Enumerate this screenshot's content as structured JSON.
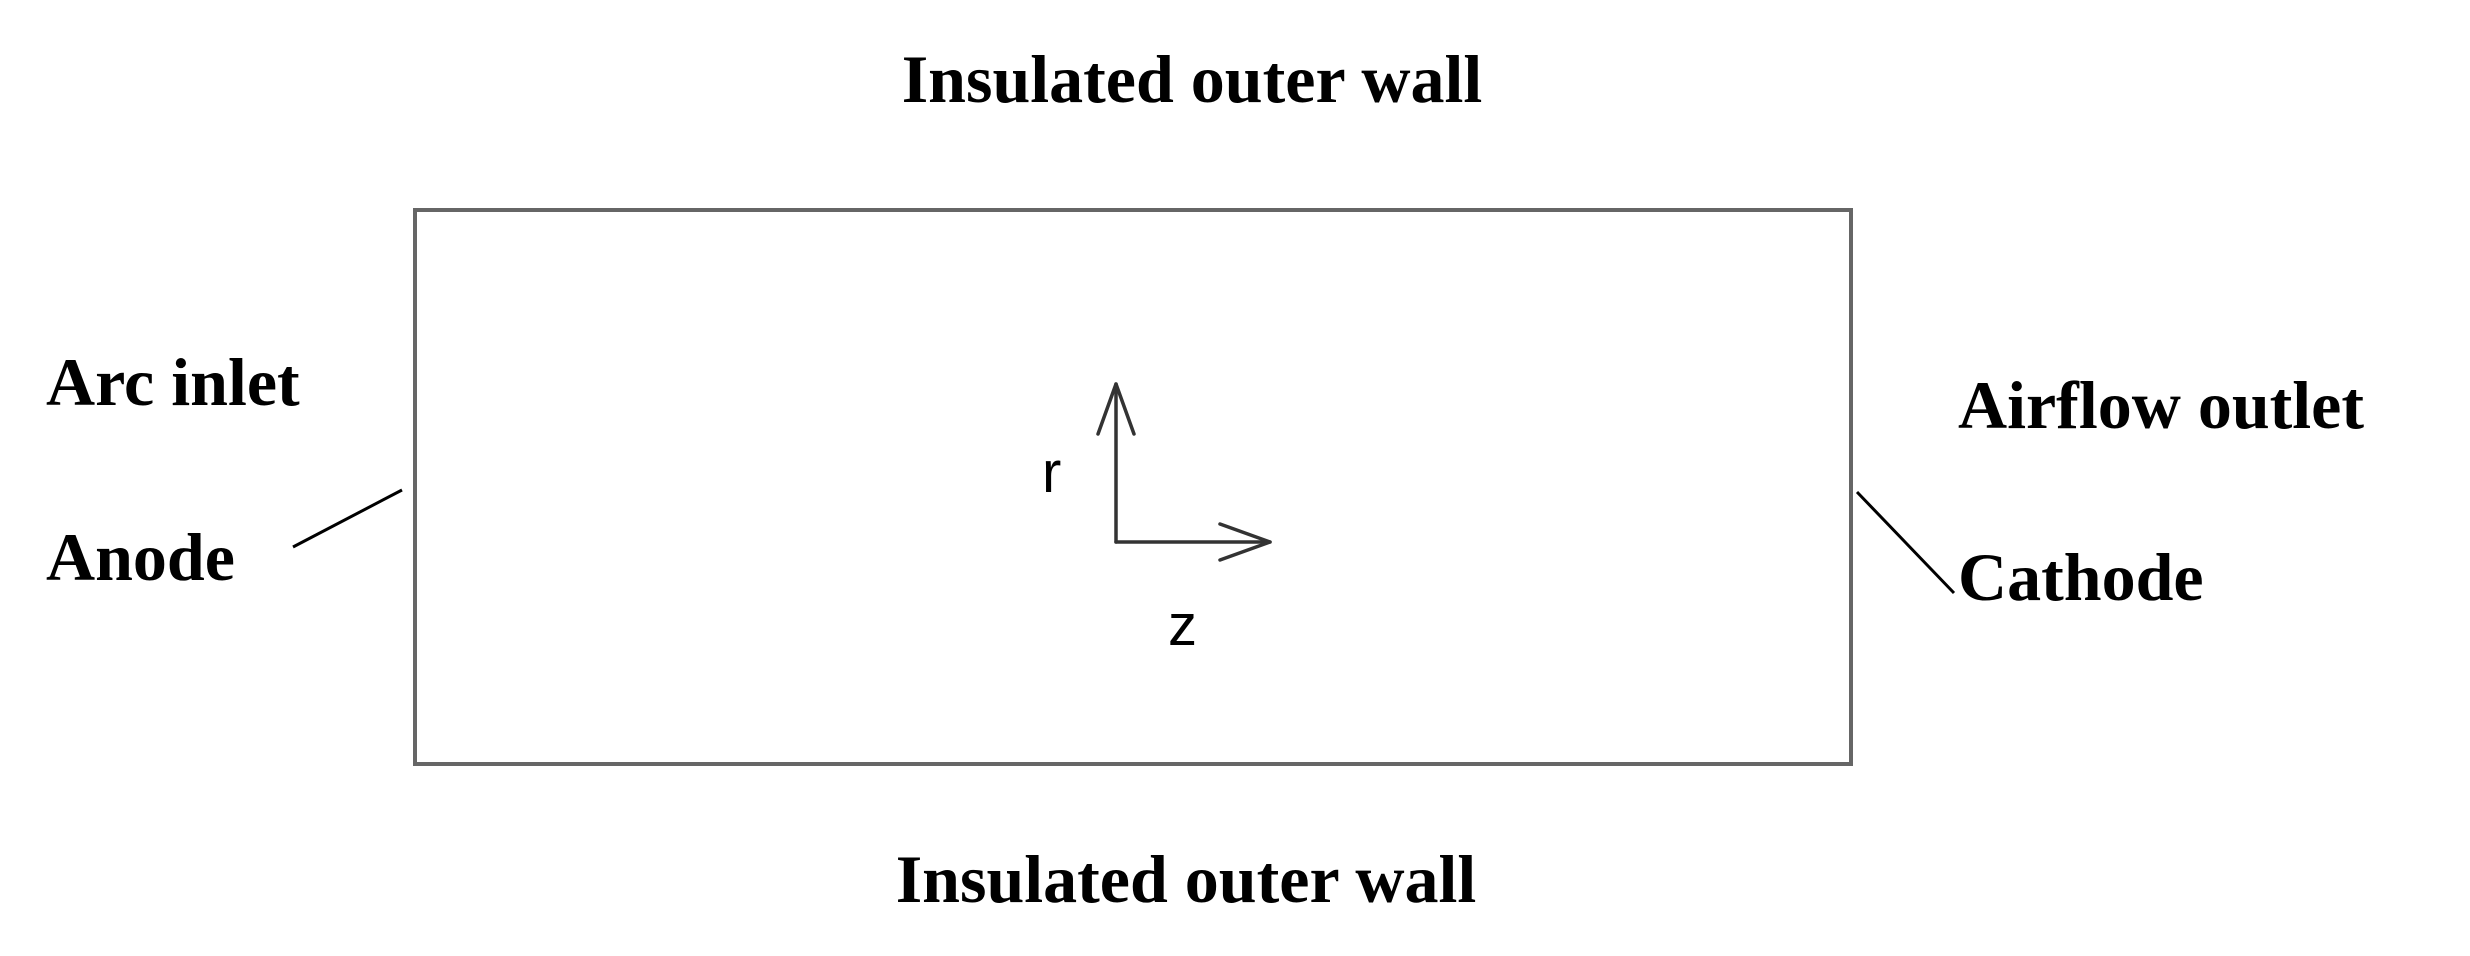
{
  "labels": {
    "top_wall": "Insulated outer wall",
    "bottom_wall": "Insulated outer wall",
    "arc_inlet": "Arc inlet",
    "anode": "Anode",
    "airflow_outlet": "Airflow outlet",
    "cathode": "Cathode"
  },
  "axes": {
    "r_label": "r",
    "z_label": "z"
  },
  "colors": {
    "boundary": "#666666",
    "lines": "#000000",
    "arrows": "#333333"
  }
}
